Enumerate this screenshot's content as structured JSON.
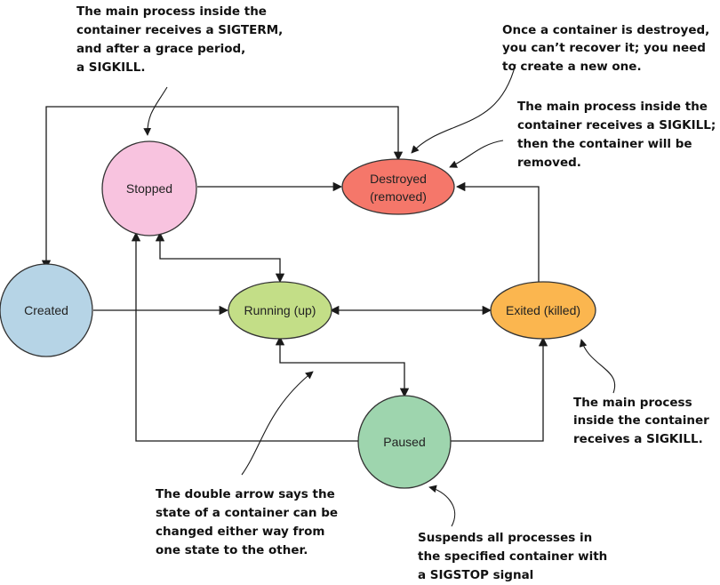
{
  "states": {
    "created": {
      "label": "Created",
      "color": "#b6d4e6"
    },
    "stopped": {
      "label": "Stopped",
      "color": "#f8c3df"
    },
    "destroyed": {
      "line1": "Destroyed",
      "line2": "(removed)",
      "color": "#f5776a"
    },
    "running": {
      "label": "Running (up)",
      "color": "#c3de87"
    },
    "exited": {
      "label": "Exited (killed)",
      "color": "#fbb64f"
    },
    "paused": {
      "label": "Paused",
      "color": "#9ed5ae"
    }
  },
  "notes": {
    "sigterm": {
      "lines": [
        "The main process inside the",
        "container receives a SIGTERM,",
        "and after a grace period,",
        "a SIGKILL."
      ]
    },
    "destroyed": {
      "lines": [
        "Once a container is destroyed,",
        "you can’t recover it; you need",
        "to create a new one."
      ]
    },
    "sigkill_removed": {
      "lines": [
        "The main process inside the",
        "container receives a SIGKILL;",
        "then the container will be",
        "removed."
      ]
    },
    "sigkill_exit": {
      "lines": [
        "The main process",
        "inside the container",
        "receives a SIGKILL."
      ]
    },
    "double_arrow": {
      "lines": [
        "The double arrow says the",
        "state of a container can be",
        "changed either way from",
        "one state to the other."
      ]
    },
    "sigstop": {
      "lines": [
        "Suspends all processes in",
        "the specified container with",
        "a SIGSTOP signal"
      ]
    }
  },
  "colors": {
    "line": "#1a1a1a",
    "outline": "#333333"
  }
}
